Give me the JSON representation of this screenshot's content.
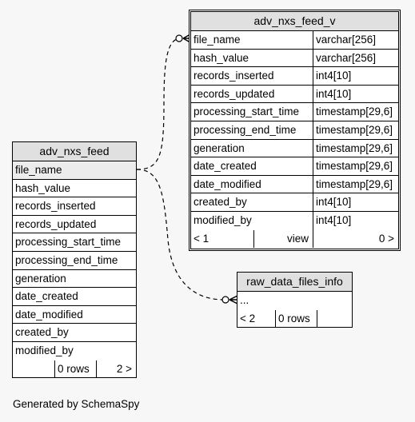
{
  "tables": {
    "view": {
      "title": "adv_nxs_feed_v",
      "columns": [
        {
          "name": "file_name",
          "type": "varchar[256]"
        },
        {
          "name": "hash_value",
          "type": "varchar[256]"
        },
        {
          "name": "records_inserted",
          "type": "int4[10]"
        },
        {
          "name": "records_updated",
          "type": "int4[10]"
        },
        {
          "name": "processing_start_time",
          "type": "timestamp[29,6]"
        },
        {
          "name": "processing_end_time",
          "type": "timestamp[29,6]"
        },
        {
          "name": "generation",
          "type": "timestamp[29,6]"
        },
        {
          "name": "date_created",
          "type": "timestamp[29,6]"
        },
        {
          "name": "date_modified",
          "type": "timestamp[29,6]"
        },
        {
          "name": "created_by",
          "type": "int4[10]"
        },
        {
          "name": "modified_by",
          "type": "int4[10]"
        }
      ],
      "footer": {
        "parents": "< 1",
        "kind": "view",
        "children": "0 >"
      }
    },
    "main": {
      "title": "adv_nxs_feed",
      "columns": [
        "file_name",
        "hash_value",
        "records_inserted",
        "records_updated",
        "processing_start_time",
        "processing_end_time",
        "generation",
        "date_created",
        "date_modified",
        "created_by",
        "modified_by"
      ],
      "footer": {
        "parents": "",
        "rows": "0 rows",
        "children": "2 >"
      }
    },
    "raw": {
      "title": "raw_data_files_info",
      "columns": [
        "..."
      ],
      "footer": {
        "parents": "< 2",
        "rows": "0 rows",
        "children": ""
      }
    }
  },
  "caption": "Generated by SchemaSpy"
}
